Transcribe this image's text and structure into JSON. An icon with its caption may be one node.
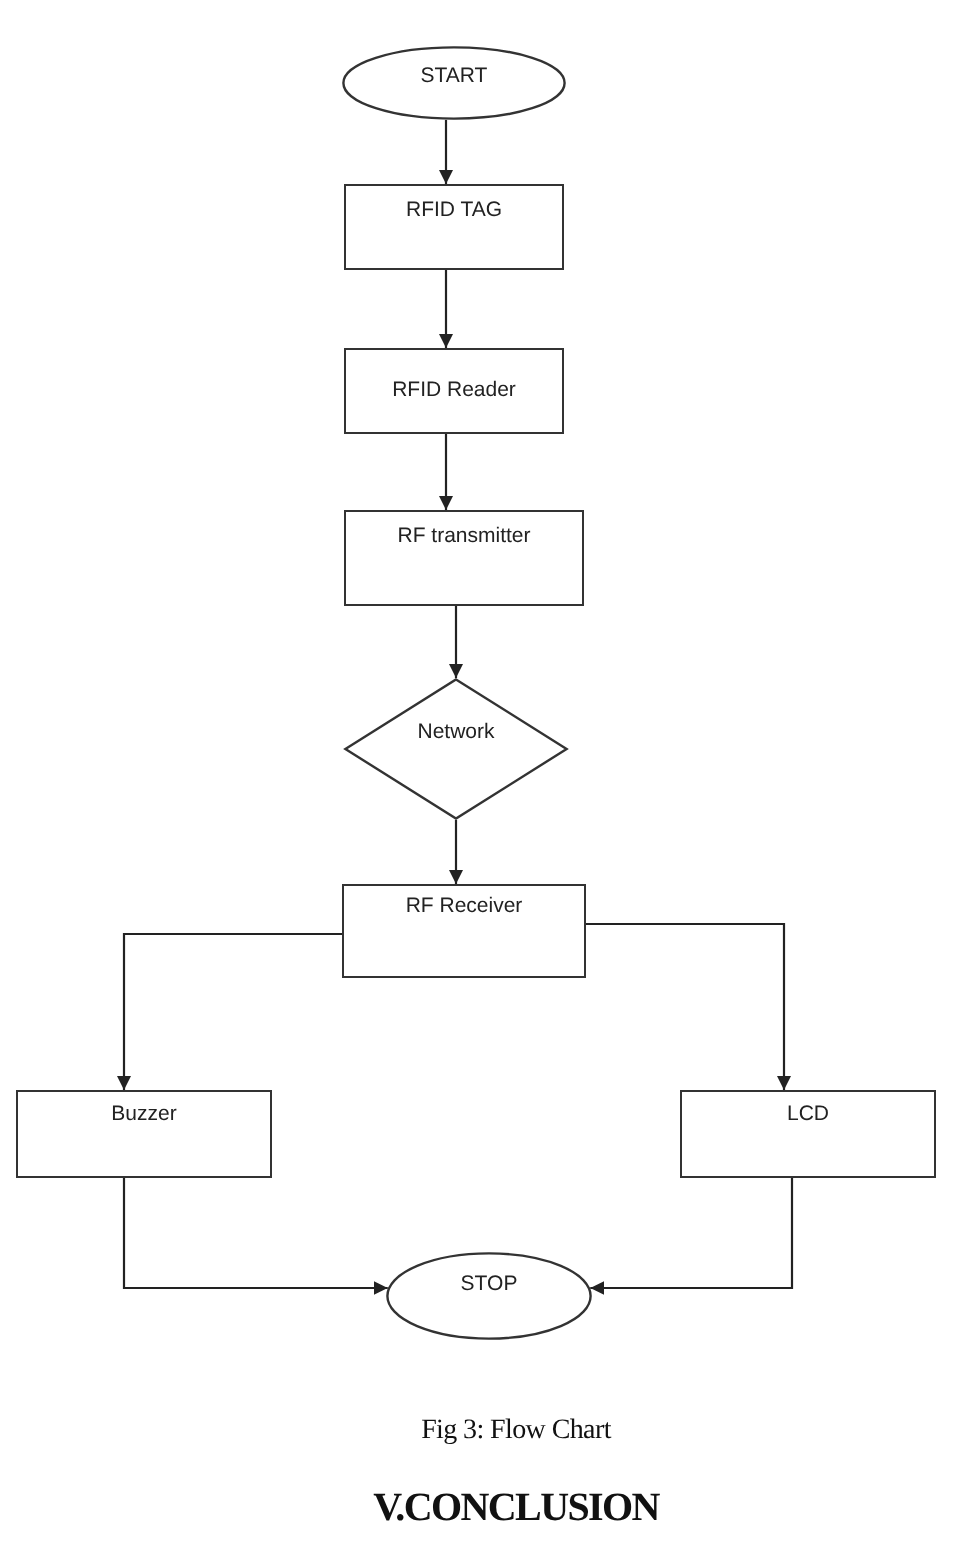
{
  "diagram": {
    "caption": "Fig 3: Flow Chart",
    "nodes": [
      {
        "text": [
          "START"
        ]
      },
      {
        "text": [
          "RFID TAG"
        ]
      },
      {
        "text": [
          "RFID Reader"
        ]
      },
      {
        "text": [
          "RF transmitter"
        ]
      },
      {
        "text": [
          "Network"
        ]
      },
      {
        "text": [
          "RF Receiver"
        ]
      },
      {
        "text": [
          "Buzzer"
        ]
      },
      {
        "text": [
          "LCD"
        ]
      },
      {
        "text": [
          "STOP"
        ]
      }
    ],
    "edges": [
      {
        "from": 0,
        "to": 1,
        "arrow": "to"
      },
      {
        "from": 1,
        "to": 2,
        "arrow": "to"
      },
      {
        "from": 2,
        "to": 3,
        "arrow": "to"
      },
      {
        "from": 3,
        "to": 4,
        "arrow": "to"
      },
      {
        "from": 4,
        "to": 5,
        "arrow": "to"
      },
      {
        "from": 5,
        "to": 6,
        "arrow": "to"
      },
      {
        "from": 5,
        "to": 7,
        "arrow": "to"
      },
      {
        "from": 6,
        "to": 8,
        "arrow": "to"
      },
      {
        "from": 7,
        "to": 8,
        "arrow": "to"
      }
    ],
    "labels": [
      "V.CONCLUSION"
    ]
  }
}
